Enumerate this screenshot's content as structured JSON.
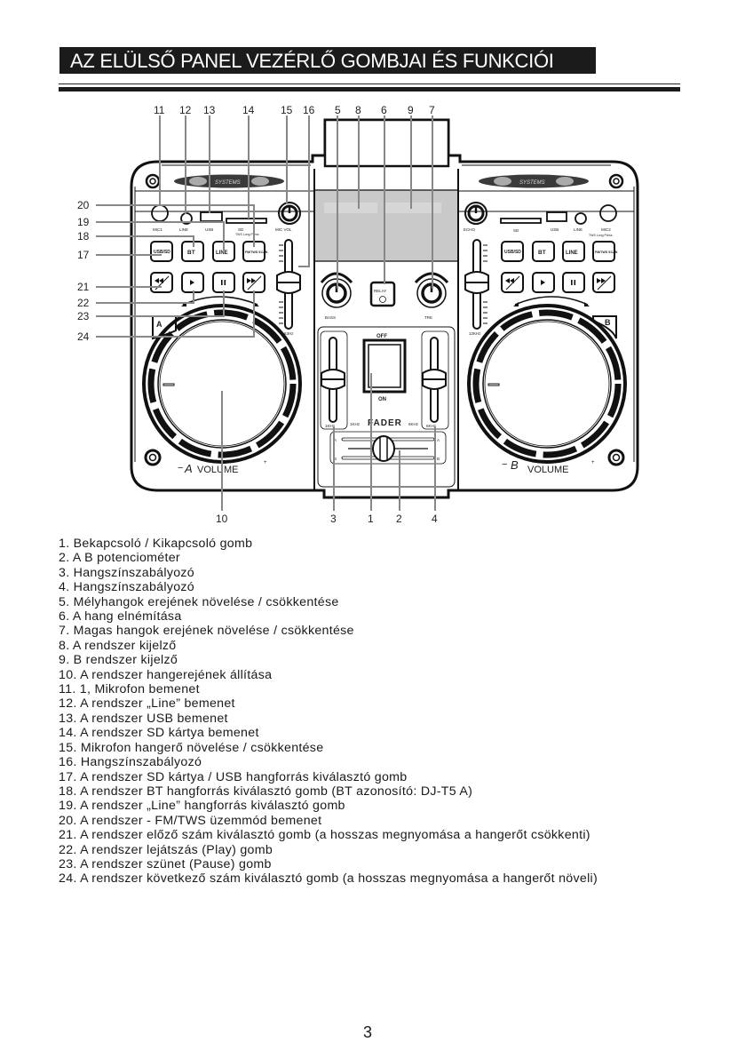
{
  "header": {
    "title": "AZ ELÜLSŐ PANEL VEZÉRLŐ GOMBJAI ÉS FUNKCIÓI"
  },
  "diagram": {
    "brand": "SYSTEMS",
    "callouts_top": [
      "11",
      "12",
      "13",
      "14",
      "15",
      "16",
      "5",
      "8",
      "6",
      "9",
      "7"
    ],
    "callouts_left": [
      "20",
      "19",
      "18",
      "17",
      "21",
      "22",
      "23",
      "24"
    ],
    "callouts_bottom": [
      "10",
      "3",
      "1",
      "2",
      "4"
    ],
    "left_deck": {
      "jacks": [
        "MIC1",
        "LINE",
        "USB",
        "SD"
      ],
      "sd_note": "TWS Long Press",
      "knob_label": "MIC VOL",
      "buttons_row1": [
        "USB/SD",
        "BT",
        "LINE",
        "FM/TWS SCAN"
      ],
      "buttons_row2": [
        "prev/VOL-",
        "play",
        "pause",
        "next/VOL+"
      ],
      "slider_freq": "63Hz",
      "deck_letter": "A",
      "volume_label": "VOLUME"
    },
    "right_deck": {
      "jacks": [
        "SD",
        "USB",
        "LINE",
        "MIC2"
      ],
      "mic2_note": "TWS Long Press",
      "knob_label": "ECHO",
      "buttons_row1": [
        "USB/SD",
        "BT",
        "LINE",
        "FM/TWS SCAN"
      ],
      "buttons_row2": [
        "prev/VOL-",
        "play",
        "pause",
        "next/VOL+"
      ],
      "slider_freq": "12KHz",
      "deck_letter": "B",
      "volume_label": "VOLUME"
    },
    "mixer": {
      "bass_label": "BASS",
      "treble_label": "TRE",
      "relay_label": "RELAY",
      "switch_off": "OFF",
      "switch_on": "ON",
      "fader_label": "FADER",
      "eq_left_freq": "1KHz",
      "eq_left_inner": "1KHz",
      "eq_right_inner": "6KHz",
      "eq_right_freq": "6KHz",
      "crossfader_a": "A",
      "crossfader_b": "B"
    }
  },
  "legend": [
    "1. Bekapcsoló / Kikapcsoló gomb",
    "2. A B potenciométer",
    "3. Hangszínszabályozó",
    "4. Hangszínszabályozó",
    "5. Mélyhangok erejének növelése / csökkentése",
    "6. A hang elnémítása",
    "7. Magas hangok erejének növelése / csökkentése",
    "8. A rendszer kijelző",
    "9. B rendszer kijelző",
    "10. A rendszer hangerejének állítása",
    "11. 1, Mikrofon bemenet",
    "12. A rendszer „Line” bemenet",
    "13. A rendszer USB bemenet",
    "14. A rendszer SD kártya bemenet",
    "15. Mikrofon hangerő növelése / csökkentése",
    "16. Hangszínszabályozó",
    "17. A rendszer SD kártya / USB hangforrás kiválasztó gomb",
    "18. A rendszer BT hangforrás kiválasztó gomb (BT azonosító: DJ-T5 A)",
    "19. A rendszer „Line” hangforrás kiválasztó gomb",
    "20. A rendszer - FM/TWS üzemmód bemenet",
    "21. A rendszer előző szám kiválasztó gomb (a hosszas megnyomása a hangerőt csökkenti)",
    "22. A rendszer lejátszás (Play) gomb",
    "23. A rendszer szünet (Pause) gomb",
    "24. A rendszer következő szám kiválasztó gomb (a hosszas megnyomása a hangerőt növeli)"
  ],
  "footer": {
    "page_number": "3"
  }
}
